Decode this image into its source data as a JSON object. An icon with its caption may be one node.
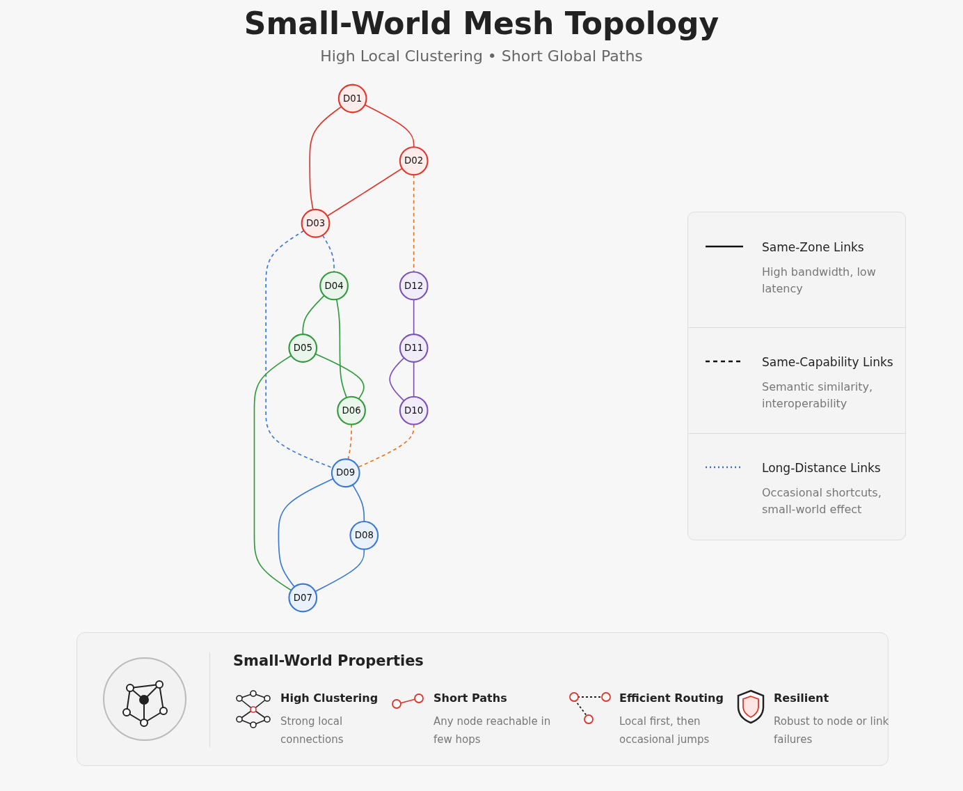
{
  "diagram": {
    "title": "Small-World Mesh Topology",
    "nodes": [
      {
        "text": [
          "D01"
        ]
      },
      {
        "text": [
          "D02"
        ]
      },
      {
        "text": [
          "D03"
        ]
      },
      {
        "text": [
          "D04"
        ]
      },
      {
        "text": [
          "D05"
        ]
      },
      {
        "text": [
          "D06"
        ]
      },
      {
        "text": [
          "D07"
        ]
      },
      {
        "text": [
          "D08"
        ]
      },
      {
        "text": [
          "D09"
        ]
      },
      {
        "text": [
          "D10"
        ]
      },
      {
        "text": [
          "D11"
        ]
      },
      {
        "text": [
          "D12"
        ]
      }
    ],
    "edges": [
      {
        "from": 0,
        "to": 1,
        "arrow": "none",
        "color": "#e0352b"
      },
      {
        "from": 0,
        "to": 2,
        "arrow": "none",
        "color": "#e0352b"
      },
      {
        "from": 1,
        "to": 2,
        "arrow": "none",
        "color": "#e0352b"
      },
      {
        "from": 1,
        "to": 11,
        "arrow": "none",
        "style": "dashed",
        "color": "#e8731e"
      },
      {
        "from": 2,
        "to": 3,
        "arrow": "none",
        "style": "dashed",
        "color": "#3a78d4"
      },
      {
        "from": 2,
        "to": 8,
        "arrow": "none",
        "style": "dashed",
        "color": "#3a78d4"
      },
      {
        "from": 3,
        "to": 5,
        "arrow": "none",
        "color": "#2f9a3a"
      },
      {
        "from": 3,
        "to": 4,
        "arrow": "none",
        "color": "#2f9a3a"
      },
      {
        "from": 4,
        "to": 5,
        "arrow": "none",
        "color": "#2f9a3a"
      },
      {
        "from": 4,
        "to": 6,
        "arrow": "none",
        "color": "#2f9a3a"
      },
      {
        "from": 5,
        "to": 8,
        "arrow": "none",
        "style": "dashed",
        "color": "#e8731e"
      },
      {
        "from": 11,
        "to": 10,
        "arrow": "none",
        "color": "#7b52b8"
      },
      {
        "from": 10,
        "to": 9,
        "arrow": "none",
        "color": "#7b52b8"
      },
      {
        "from": 10,
        "to": 9,
        "arrow": "none",
        "color": "#7b52b8"
      },
      {
        "from": 9,
        "to": 8,
        "arrow": "none",
        "style": "dashed",
        "color": "#e8731e"
      },
      {
        "from": 8,
        "to": 6,
        "arrow": "none",
        "color": "#3a78d4"
      },
      {
        "from": 8,
        "to": 7,
        "arrow": "none",
        "color": "#3a78d4"
      },
      {
        "from": 7,
        "to": 6,
        "arrow": "none",
        "color": "#3a78d4"
      }
    ],
    "labels": [
      "High Local Clustering • Short Global Paths",
      "High bandwidth, low latency",
      "Semantic similarity, interoperability",
      "Occasional shortcuts, small-world effect",
      "Small-World Properties",
      "High Clustering",
      "Strong local connections",
      "Short Paths",
      "Any node reachable in few hops",
      "Efficient Routing",
      "Local first, then occasional jumps",
      "Resilient",
      "Robust to node or link failures"
    ],
    "legend": [
      {
        "text": "Same-Zone Links"
      },
      {
        "text": "Same-Capability Links"
      },
      {
        "text": "Long-Distance Links"
      }
    ]
  }
}
